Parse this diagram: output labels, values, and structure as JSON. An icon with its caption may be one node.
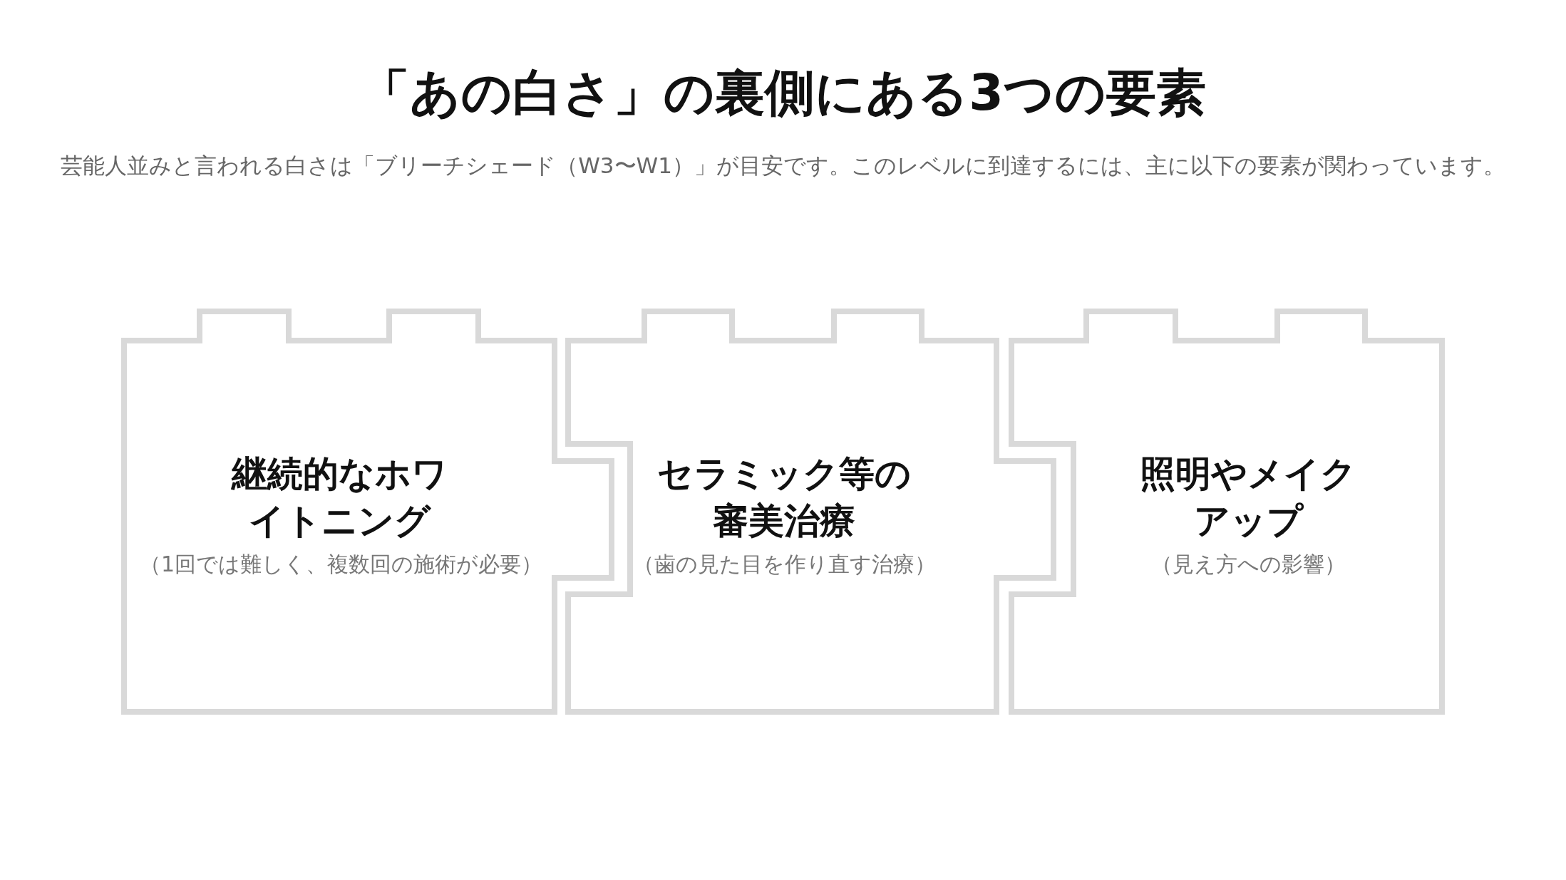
{
  "diagram": {
    "title": "「あの白さ」の裏側にある3つの要素",
    "caption": "芸能人並みと言われる白さは「ブリーチシェード（W3〜W1）」が目安です。このレベルに到達するには、主に以下の要素が関わっています。",
    "nodes": [
      {
        "text": [
          "継続的なホワイトニング",
          "（1回では難しく、複数回の施術が必要）"
        ]
      },
      {
        "text": [
          "セラミック等の審美治療",
          "（歯の見た目を作り直す治療）"
        ]
      },
      {
        "text": [
          "照明やメイクアップ",
          "（見え方への影響）"
        ]
      }
    ]
  }
}
